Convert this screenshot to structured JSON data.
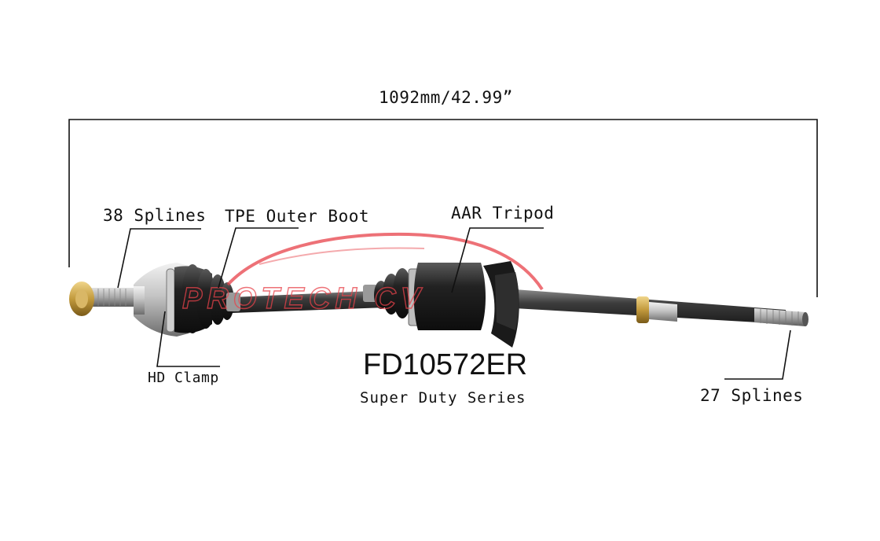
{
  "dimension": "1092mm/42.99”",
  "labels": {
    "splines_left": "38 Splines",
    "outer_boot": "TPE Outer Boot",
    "tripod": "AAR Tripod",
    "clamp": "HD Clamp",
    "splines_right": "27 Splines"
  },
  "part_number": "FD10572ER",
  "series": "Super Duty Series",
  "watermark": "PROTECH CV",
  "colors": {
    "watermark": "#e8424a",
    "shaft": "#3a3a3a",
    "boot": "#1a1a1a",
    "metal": "#b9b9b9",
    "brass": "#c9a24a"
  }
}
